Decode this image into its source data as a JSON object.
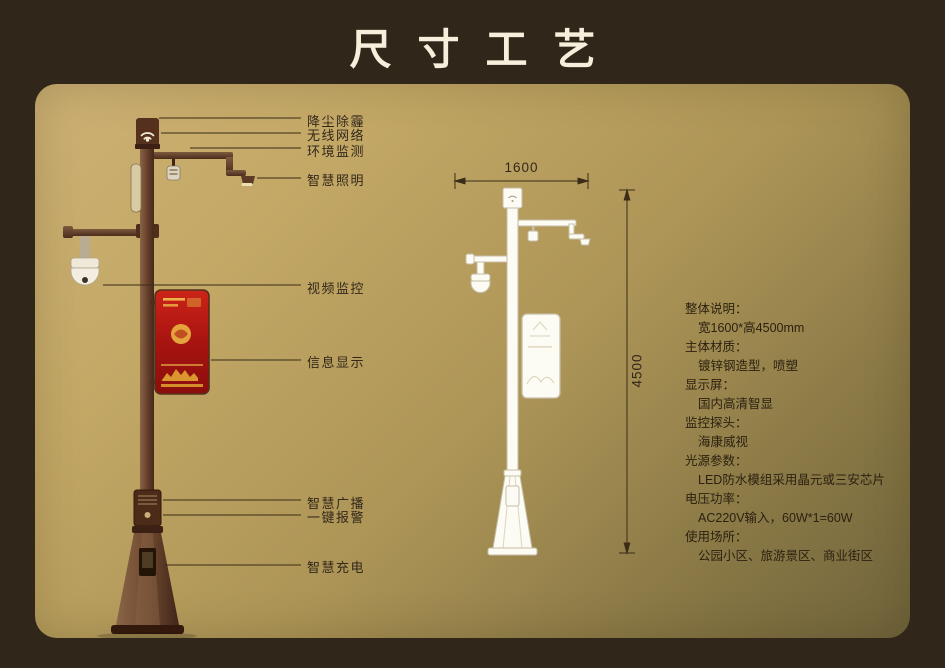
{
  "page": {
    "title": "尺寸工艺"
  },
  "callouts": {
    "items": [
      {
        "label": "降尘除霾"
      },
      {
        "label": "无线网络"
      },
      {
        "label": "环境监测"
      },
      {
        "label": "智慧照明"
      },
      {
        "label": "视频监控"
      },
      {
        "label": "信息显示"
      },
      {
        "label": "智慧广播"
      },
      {
        "label": "一键报警"
      },
      {
        "label": "智慧充电"
      }
    ]
  },
  "dimensions": {
    "width_mm": "1600",
    "height_mm": "4500"
  },
  "specs": {
    "items": [
      {
        "heading": "整体说明：",
        "value": "宽1600*高4500mm"
      },
      {
        "heading": "主体材质：",
        "value": "镀锌钢造型，喷塑"
      },
      {
        "heading": "显示屏：",
        "value": "国内高清智显"
      },
      {
        "heading": "监控探头：",
        "value": "海康威视"
      },
      {
        "heading": "光源参数：",
        "value": "LED防水模组采用晶元或三安芯片"
      },
      {
        "heading": "电压功率：",
        "value": "AC220V输入，60W*1=60W"
      },
      {
        "heading": "使用场所：",
        "value": "公园小区、旅游景区、商业街区"
      }
    ]
  },
  "colors": {
    "page_background": "#30261a",
    "panel_gold_light": "#cdb175",
    "panel_gold_dark": "#70643c",
    "pole_brown": "#6b452e",
    "screen_red": "#a81410",
    "ink_text": "#33271a",
    "title_cream": "#f5efdb"
  }
}
